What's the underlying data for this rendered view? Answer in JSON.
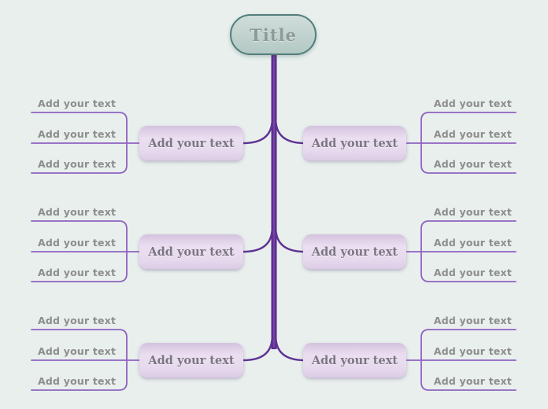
{
  "title": {
    "label": "Title"
  },
  "colors": {
    "bg": "#e8efed",
    "trunk": "#582b8a",
    "trunk_core": "#7344a4",
    "branch": "#5f3294",
    "underline": "#8f63c0",
    "title_border": "#527e7b",
    "title_text": "#8d9a97",
    "topic_text": "#7c7683",
    "sub_text": "#8d8d8d"
  },
  "rows": [
    {
      "left": {
        "node_label": "Add your text",
        "items": [
          "Add your text",
          "Add your text",
          "Add your text"
        ]
      },
      "right": {
        "node_label": "Add your text",
        "items": [
          "Add your text",
          "Add your text",
          "Add your text"
        ]
      }
    },
    {
      "left": {
        "node_label": "Add your text",
        "items": [
          "Add your text",
          "Add your text",
          "Add your text"
        ]
      },
      "right": {
        "node_label": "Add your text",
        "items": [
          "Add your text",
          "Add your text",
          "Add your text"
        ]
      }
    },
    {
      "left": {
        "node_label": "Add your text",
        "items": [
          "Add your text",
          "Add your text",
          "Add your text"
        ]
      },
      "right": {
        "node_label": "Add your text",
        "items": [
          "Add your text",
          "Add your text",
          "Add your text"
        ]
      }
    }
  ]
}
